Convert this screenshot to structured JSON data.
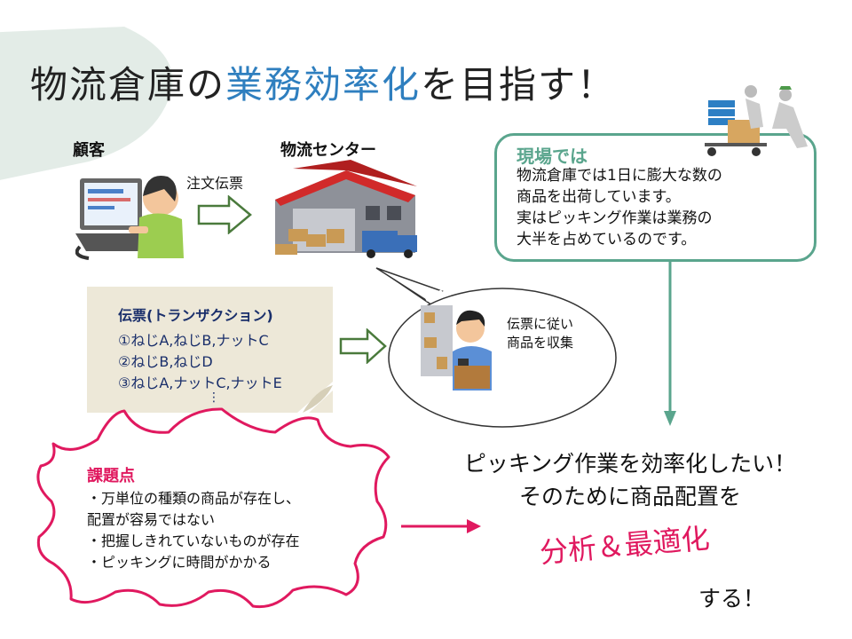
{
  "title": {
    "part1": "物流倉庫の",
    "highlight": "業務効率化",
    "part2": "を目指す！"
  },
  "labels": {
    "customer": "顧客",
    "order_slip": "注文伝票",
    "logistics_center": "物流センター"
  },
  "field": {
    "title": "現場では",
    "lines": [
      "物流倉庫では1日に膨大な数の",
      "商品を出荷しています。",
      "実はピッキング作業は業務の",
      "大半を占めているのです。"
    ]
  },
  "slip": {
    "title": "伝票(トランザクション)",
    "lines": [
      "①ねじA,ねじB,ナットC",
      "②ねじB,ねじD",
      "③ねじA,ナットC,ナットE"
    ],
    "ellipsis": "⋮"
  },
  "bubble": {
    "line1": "伝票に従い",
    "line2": "商品を収集"
  },
  "issues": {
    "title": "課題点",
    "items": [
      "・万単位の種類の商品が存在し、",
      "配置が容易ではない",
      "・把握しきれていないものが存在",
      "・ピッキングに時間がかかる"
    ]
  },
  "goal": {
    "line1": "ピッキング作業を効率化したい！",
    "line2": "そのために商品配置を",
    "emphasis": "分析＆最適化",
    "line4": "する！"
  },
  "colors": {
    "accent_blue": "#2f7fbf",
    "teal": "#5aa58d",
    "magenta": "#e0195f",
    "slip": "#ede8d8"
  }
}
